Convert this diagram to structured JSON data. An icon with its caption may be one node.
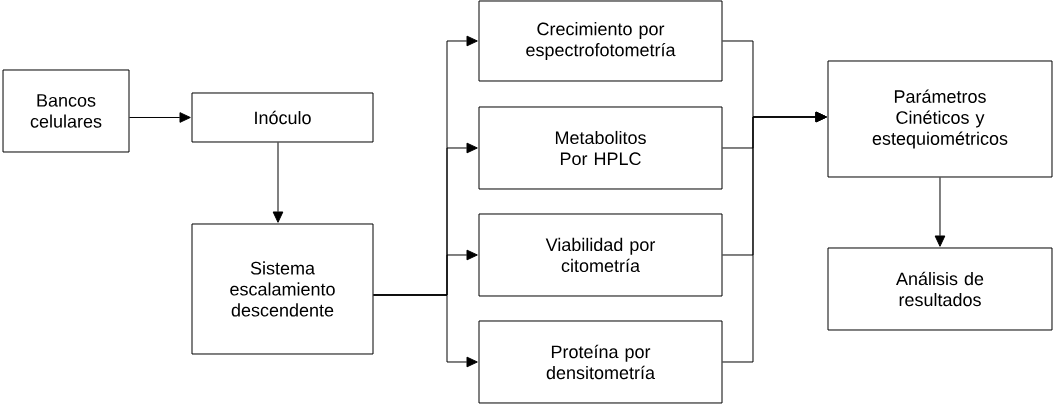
{
  "diagram": {
    "nodes": [
      {
        "text": [
          "Bancos celulares"
        ]
      },
      {
        "text": [
          "Inóculo"
        ]
      },
      {
        "text": [
          "Sistema escalamiento descendente"
        ]
      },
      {
        "text": [
          "Crecimiento por espectrofotometría"
        ]
      },
      {
        "text": [
          "Metabolitos Por HPLC"
        ]
      },
      {
        "text": [
          "Viabilidad por citometría"
        ]
      },
      {
        "text": [
          "Proteína por densitometría"
        ]
      },
      {
        "text": [
          "Parámetros Cinéticos y estequiométricos"
        ]
      },
      {
        "text": [
          "Análisis de resultados"
        ]
      }
    ],
    "edges": [
      {
        "from": 0,
        "to": 1,
        "arrow": "to"
      },
      {
        "from": 1,
        "to": 2,
        "arrow": "to"
      },
      {
        "from": 2,
        "to": 3,
        "arrow": "to"
      },
      {
        "from": 2,
        "to": 4,
        "arrow": "to"
      },
      {
        "from": 2,
        "to": 5,
        "arrow": "to"
      },
      {
        "from": 2,
        "to": 6,
        "arrow": "to"
      },
      {
        "from": 3,
        "to": 7,
        "arrow": "to"
      },
      {
        "from": 4,
        "to": 7,
        "arrow": "to"
      },
      {
        "from": 5,
        "to": 7,
        "arrow": "to"
      },
      {
        "from": 6,
        "to": 7,
        "arrow": "to"
      },
      {
        "from": 7,
        "to": 8,
        "arrow": "to"
      }
    ]
  }
}
